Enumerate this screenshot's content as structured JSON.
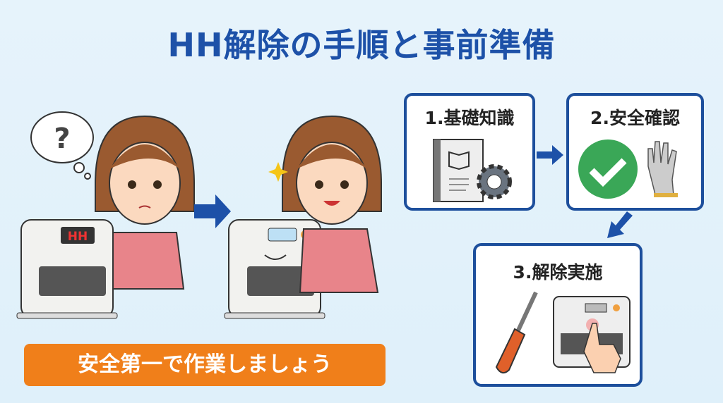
{
  "title": "HH解除の手順と事前準備",
  "scene": {
    "question_mark": "?",
    "display_before": "HH",
    "banner": "安全第一で作業しましょう"
  },
  "steps": [
    {
      "label": "1.基礎知識",
      "icons": [
        "manual-book-icon",
        "gear-icon"
      ]
    },
    {
      "label": "2.安全確認",
      "icons": [
        "check-circle-icon",
        "gloves-icon"
      ]
    },
    {
      "label": "3.解除実施",
      "icons": [
        "screwdriver-icon",
        "heater-button-press-icon"
      ]
    }
  ],
  "colors": {
    "title": "#1d51a8",
    "accent": "#f07f1a",
    "border": "#1d4f9c",
    "check": "#3aa757"
  }
}
